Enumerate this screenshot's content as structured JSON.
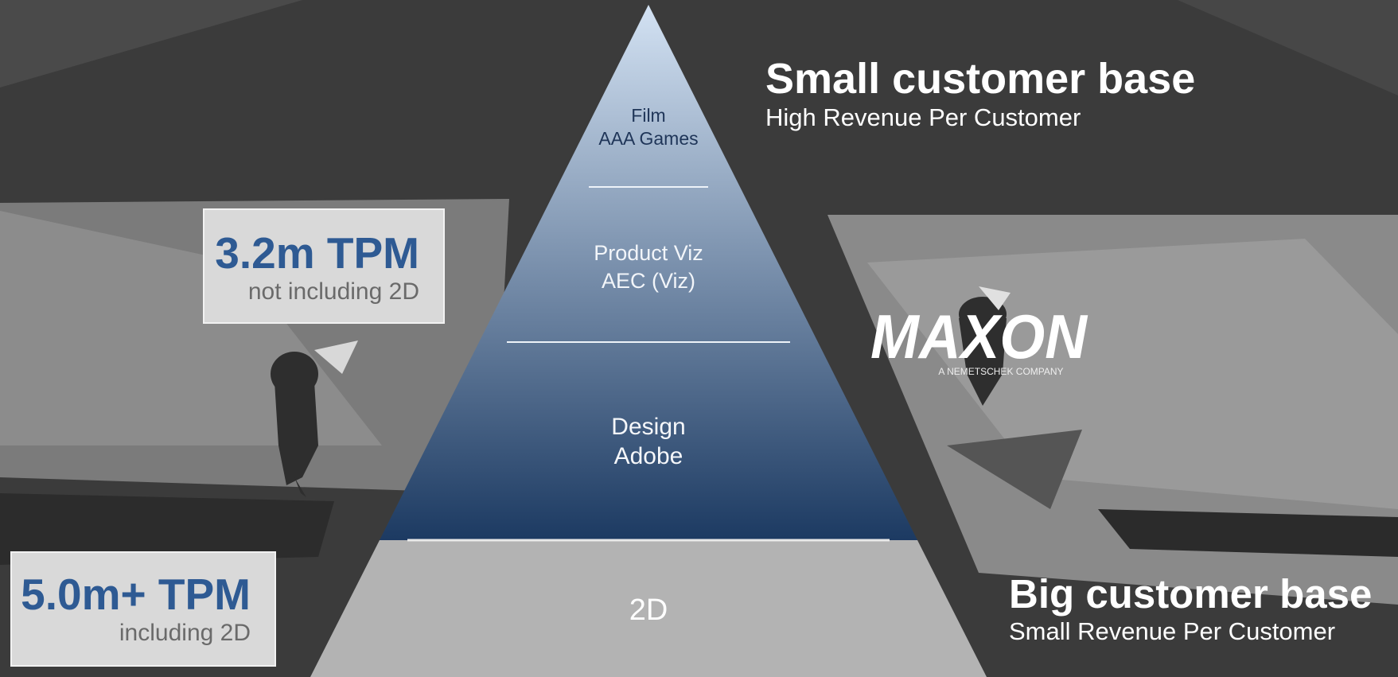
{
  "pyramid": {
    "tiers": [
      {
        "label": "Film\nAAA Games"
      },
      {
        "label": "Product Viz\nAEC (Viz)"
      },
      {
        "label": "Design\nAdobe"
      },
      {
        "label": "2D"
      }
    ]
  },
  "stats": [
    {
      "value": "3.2m TPM",
      "note": "not including 2D"
    },
    {
      "value": "5.0m+ TPM",
      "note": "including 2D"
    }
  ],
  "top_headline": {
    "title": "Small customer base",
    "subtitle": "High Revenue Per Customer"
  },
  "bottom_headline": {
    "title": "Big customer base",
    "subtitle": "Small Revenue Per Customer"
  },
  "logo": {
    "name": "MAXON",
    "tagline": "A NEMETSCHEK COMPANY"
  },
  "colors": {
    "pyramid_top": "#d3e2f3",
    "pyramid_bottom": "#1c3a62",
    "base_tier": "#b3b3b3",
    "stat_value": "#2e5a93",
    "stat_box": "#d9d9d9"
  }
}
